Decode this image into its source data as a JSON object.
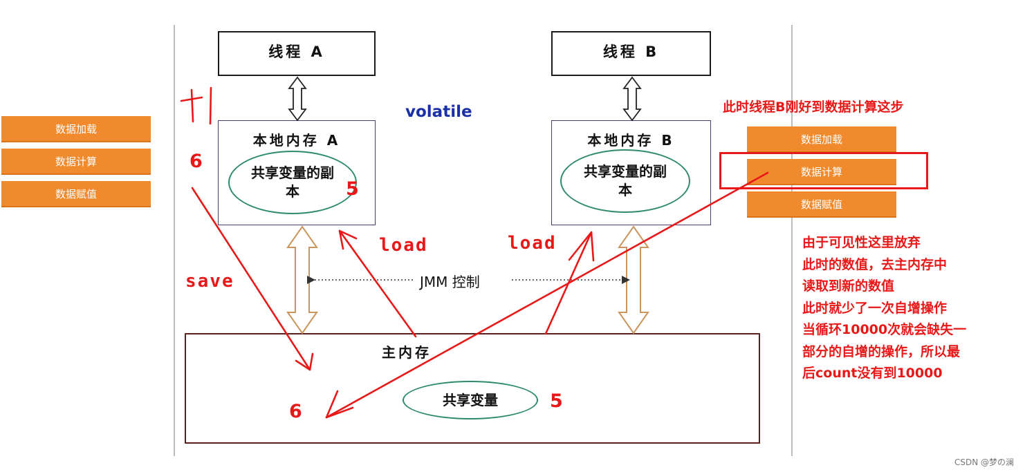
{
  "left_steps": [
    "数据加载",
    "数据计算",
    "数据赋值"
  ],
  "right_steps": [
    "数据加载",
    "数据计算",
    "数据赋值"
  ],
  "thread_a": {
    "title": "线程 A",
    "local_title": "本地内存 A",
    "copy": "共享变量的副本"
  },
  "thread_b": {
    "title": "线程 B",
    "local_title": "本地内存 B",
    "copy": "共享变量的副本"
  },
  "main_memory": {
    "title": "主内存",
    "variable": "共享变量"
  },
  "jmm_label": "JMM 控制",
  "volatile_label": "volatile",
  "annotations": {
    "plus_one": "+1",
    "six_top": "6",
    "five_local": "5",
    "save": "save",
    "load_a": "load",
    "load_b": "load",
    "six_main": "6",
    "five_main": "5"
  },
  "thread_b_note": "此时线程B刚好到数据计算这步",
  "explanation": [
    "由于可见性这里放弃",
    "此时的数值，去主内存中",
    "读取到新的数值",
    "此时就少了一次自增操作",
    "当循环10000次就会缺失一",
    "部分的自增的操作，所以最",
    "后count没有到10000"
  ],
  "watermark": "CSDN @梦の澜",
  "colors": {
    "orange": "#f08a2c",
    "red": "#e81818",
    "volatile": "#1a2fa8",
    "ellipse": "#2e8b6a"
  }
}
